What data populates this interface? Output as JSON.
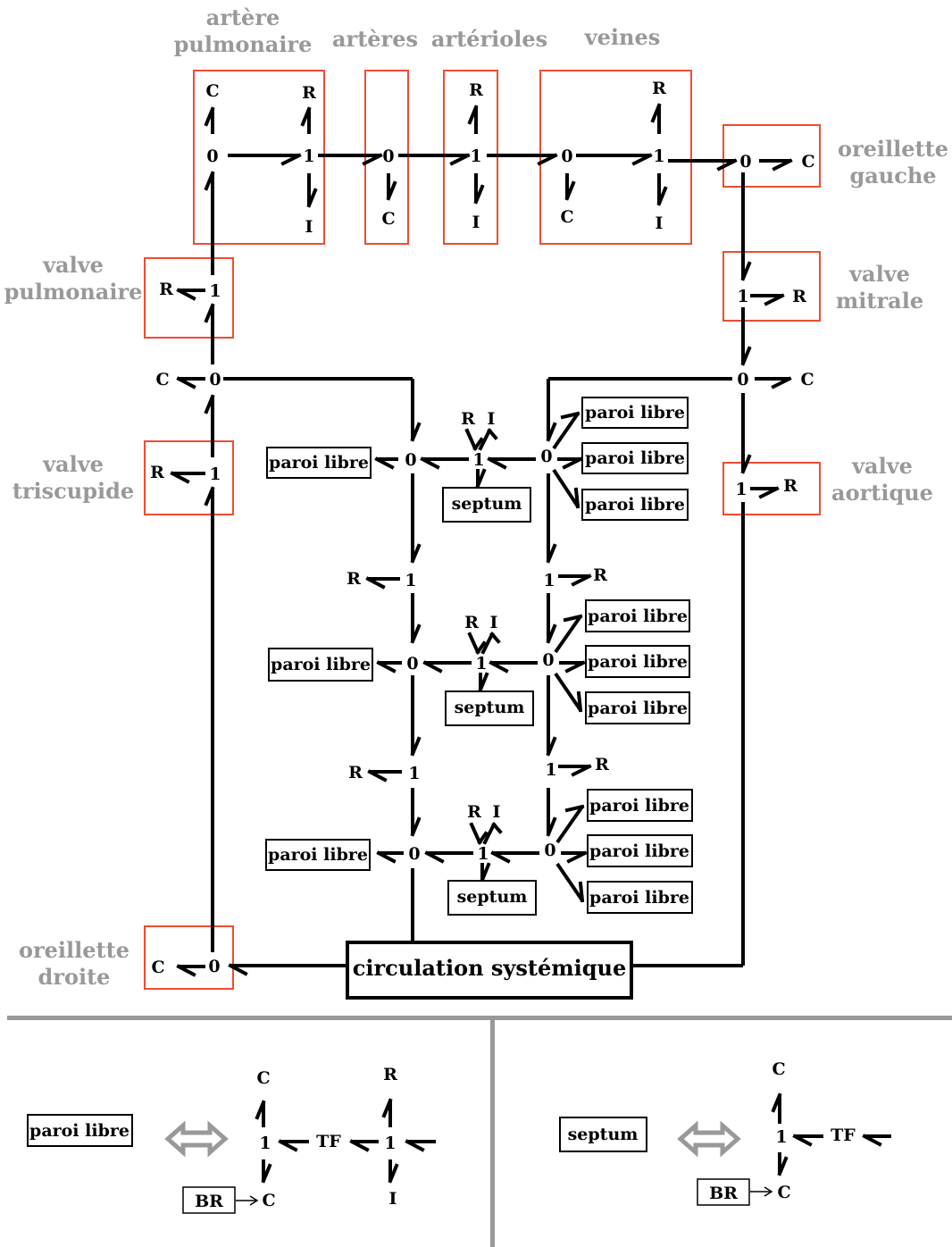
{
  "sections": {
    "artere_pulmonaire": "artère pulmonaire",
    "arteres": "artères",
    "arterioles": "artérioles",
    "veines": "veines",
    "oreillette_gauche": "oreillette gauche",
    "valve_pulmonaire": "valve pulmonaire",
    "valve_mitrale": "valve mitrale",
    "valve_triscupide": "valve triscupide",
    "valve_aortique": "valve aortique",
    "oreillette_droite": "oreillette droite"
  },
  "elements": {
    "C": "C",
    "R": "R",
    "I": "I",
    "zero": "0",
    "one": "1",
    "TF": "TF",
    "BR": "BR"
  },
  "boxes": {
    "paroi_libre": "paroi libre",
    "septum": "septum",
    "circulation": "circulation systémique"
  },
  "colors": {
    "section_label": "#999999",
    "section_frame": "#ee4c33",
    "bond": "#000000"
  }
}
